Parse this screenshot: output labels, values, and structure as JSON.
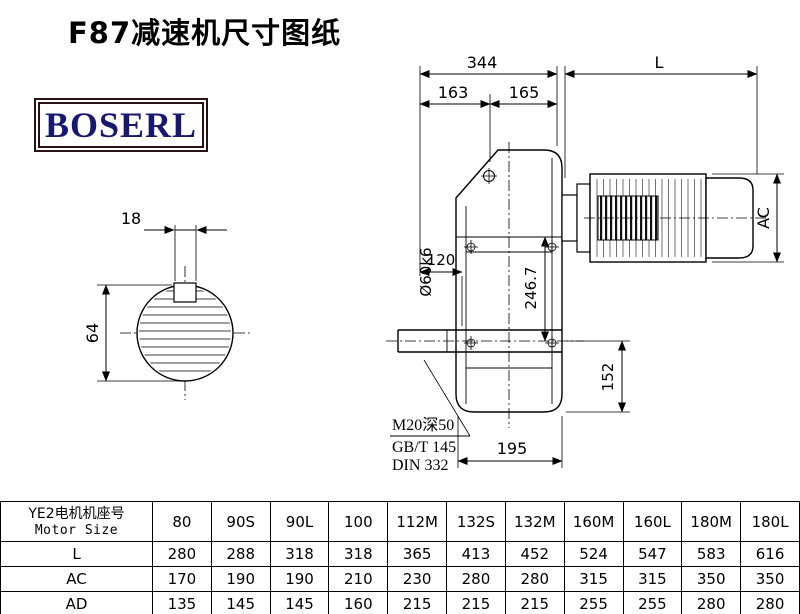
{
  "page": {
    "title": "F87减速机尺寸图纸",
    "logo_text": "BOSERL",
    "colors": {
      "logo_text": "#18186e",
      "logo_border": "#2a1212",
      "line": "#000000"
    }
  },
  "drawing": {
    "dims": {
      "overall_width": "344",
      "motor_length": "L",
      "d163": "163",
      "d165": "165",
      "keyway_width": "18",
      "bore_dia": "64",
      "d120": "120",
      "shaft_dia": "Ø60k6",
      "d246_7": "246.7",
      "d152": "152",
      "d195": "195",
      "motor_height": "AC"
    },
    "notes": {
      "tap": "M20深50",
      "std1": "GB/T 145",
      "std2": "DIN 332"
    }
  },
  "table": {
    "header_cn": "YE2电机机座号",
    "header_en": "Motor Size",
    "columns": [
      "80",
      "90S",
      "90L",
      "100",
      "112M",
      "132S",
      "132M",
      "160M",
      "160L",
      "180M",
      "180L"
    ],
    "rows": [
      {
        "label": "L",
        "values": [
          "280",
          "288",
          "318",
          "318",
          "365",
          "413",
          "452",
          "524",
          "547",
          "583",
          "616"
        ]
      },
      {
        "label": "AC",
        "values": [
          "170",
          "190",
          "190",
          "210",
          "230",
          "280",
          "280",
          "315",
          "315",
          "350",
          "350"
        ]
      },
      {
        "label": "AD",
        "values": [
          "135",
          "145",
          "145",
          "160",
          "215",
          "215",
          "215",
          "255",
          "255",
          "280",
          "280"
        ]
      }
    ]
  }
}
